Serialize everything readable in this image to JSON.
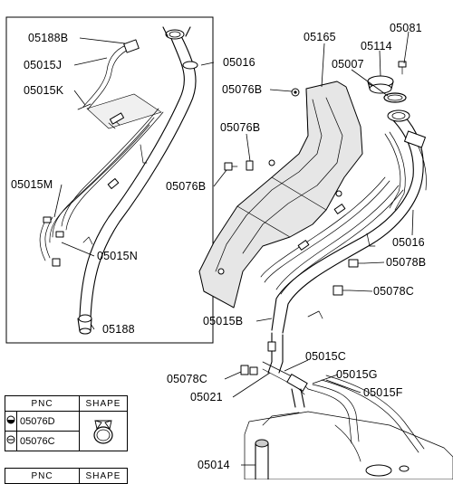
{
  "labels": {
    "p05188B": "05188B",
    "p05015J": "05015J",
    "p05015K": "05015K",
    "p05016_top": "05016",
    "p05015M": "05015M",
    "p05015N": "05015N",
    "p05188": "05188",
    "p05165": "05165",
    "p05081": "05081",
    "p05114": "05114",
    "p05007": "05007",
    "p05076B_a": "05076B",
    "p05076B_b": "05076B",
    "p05076B_c": "05076B",
    "p05016_right": "05016",
    "p05078B_right": "05078B",
    "p05078C_right": "05078C",
    "p05015B": "05015B",
    "p05015C": "05015C",
    "p05015G": "05015G",
    "p05015F": "05015F",
    "p05078C_left": "05078C",
    "p05021": "05021",
    "p05014": "05014"
  },
  "shape_table_1": {
    "header_pnc": "PNC",
    "header_shape": "SHAPE",
    "rows": [
      {
        "symbol": "filled-half-circle-icon",
        "pnc": "05076D"
      },
      {
        "symbol": "minus-circle-icon",
        "pnc": "05076C"
      }
    ]
  },
  "shape_table_2": {
    "header_pnc": "PNC",
    "header_shape": "SHAPE"
  }
}
